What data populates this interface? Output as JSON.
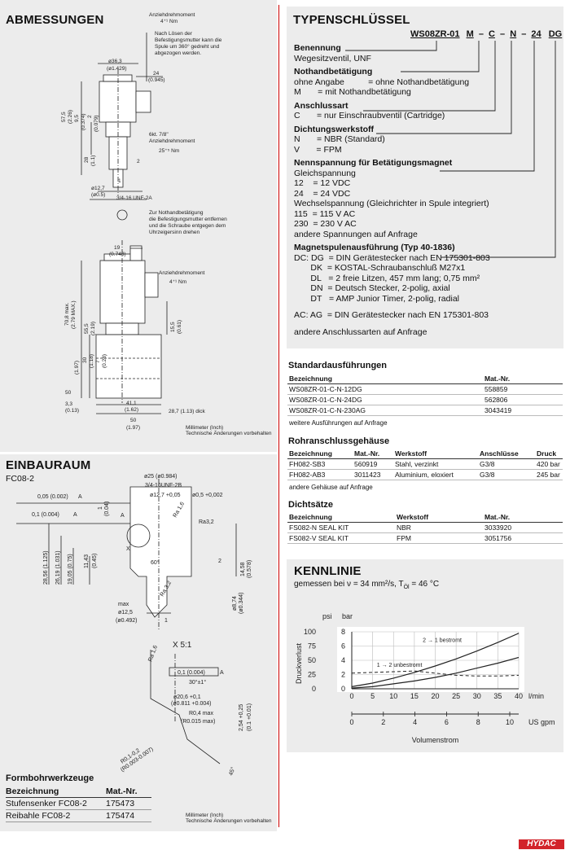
{
  "left": {
    "abm_title": "ABMESSUNGEN",
    "dim_notes": {
      "torque_top_label": "Anziehdrehmoment",
      "torque_top_value": "4⁺¹ Nm",
      "loosen_note_1": "Nach Lösen der",
      "loosen_note_2": "Befestigungsmutter kann die",
      "loosen_note_3": "Spule um 360° gedreht und",
      "loosen_note_4": "abgezogen werden.",
      "d36": "ø36,3",
      "d36i": "(ø1.429)",
      "w24": "24",
      "w24i": "(0.945)",
      "h57": "57,5",
      "h57i": "(2.26)",
      "h95": "9,5",
      "h95i": "(0.374)",
      "h2": "2",
      "h2i": "(0.079)",
      "hex": "6kt. 7/8\"",
      "torque2_label": "Anziehdrehmoment",
      "torque2_value": "25⁺⁵ Nm",
      "h28": "28",
      "h28i": "(1.1)",
      "d127": "ø12,7",
      "d127i": "(ø0.5)",
      "thread": "3/4-16 UNF-2A",
      "port1": "1",
      "port2": "2",
      "manual_note_1": "Zur Nothandbetätigung",
      "manual_note_2": "die Befestigungsmutter entfernen",
      "manual_note_3": "und die Schraube entgegen dem",
      "manual_note_4": "Uhrzeigersinn drehen",
      "w19": "19",
      "w19i": "(0.748)",
      "torque3_label": "Anziehdrehmoment",
      "torque3_value": "4⁺¹ Nm",
      "h708": "70,8 max.",
      "h708i": "(2.79 MAX.)",
      "h555": "55,5",
      "h555i": "(2.19)",
      "h155": "15,5",
      "h155i": "(0.61)",
      "h50": "50",
      "h50i": "(1.97)",
      "h30": "30",
      "h30i": "(1.18)",
      "h7": "7",
      "h7i": "(0.28)",
      "w33": "3,3",
      "w33i": "(0.13)",
      "w411": "41,1",
      "w411i": "(1.62)",
      "w50": "50",
      "w50i": "(1.97)",
      "w287": "28,7 (1.13) dick",
      "units_1": "Millimeter (Inch)",
      "units_2": "Technische Änderungen vorbehalten"
    },
    "einbau_title": "EINBAURAUM",
    "einbau_sub": "FC08-2",
    "cav": {
      "d25": "ø25 (ø0.984)",
      "thread": "3/4-16UNF-2B",
      "d127": "ø12,7 +0,05",
      "d05": "ø0,5 +0,002",
      "tol1": "0,05 (0.002)",
      "tol1_ref": "A",
      "tol2": "0,1 (0.004)",
      "tol2_ref": "A",
      "v1": "1",
      "v1i": "(0.04)",
      "ref_a": "A",
      "ra": "Ra 1,6",
      "ra2": "Ra3,2",
      "x": "X",
      "h2856": "28,56 (1.125)",
      "h2619": "26,19 (1.031)",
      "h1905": "19,05 (0.75)",
      "h1143": "11,43",
      "h1145": "(0.45)",
      "a60": "60°",
      "v2": "2",
      "h1458": "14,58",
      "h1458i": "(0.578)",
      "d874": "ø8,74",
      "d874i": "(ø0.344)",
      "max": "max",
      "d125": "ø12,5",
      "d125i": "(ø0.492)",
      "p1": "1",
      "ra2b": "Ra 3,2",
      "det_title": "X 5:1",
      "ra3": "Ra 1,6",
      "tol3": "0,1 (0.004)",
      "tol3_ref": "A",
      "a30": "30°±1°",
      "d206": "ø20,6 +0,1",
      "d0811": "(ø0.811 +0.004)",
      "r04": "R0,4 max",
      "r015": "(R0.015 max)",
      "h254": "2,54 +0,25",
      "h01": "(0.1 +0.01)",
      "r01": "R0,1-0,2",
      "r003": "(R0.003-0.007)",
      "a45": "45°"
    },
    "form_title": "Formbohrwerkzeuge",
    "form_cols": [
      "Bezeichnung",
      "Mat.-Nr."
    ],
    "form_rows": [
      [
        "Stufensenker FC08-2",
        "175473"
      ],
      [
        "Reibahle FC08-2",
        "175474"
      ]
    ],
    "units_1": "Millimeter (Inch)",
    "units_2": "Technische Änderungen vorbehalten"
  },
  "right": {
    "typ_title": "TYPENSCHLÜSSEL",
    "code_main": "WS08ZR-01",
    "code_m": "M",
    "code_c": "C",
    "code_n": "N",
    "code_24": "24",
    "code_dg": "DG",
    "dash": "–",
    "sections": [
      {
        "head": "Benennung",
        "lines": [
          "Wegesitzventil, UNF"
        ]
      },
      {
        "head": "Nothandbetätigung",
        "lines": [
          "ohne Angabe          = ohne Nothandbetätigung",
          "M       = mit Nothandbetätigung"
        ]
      },
      {
        "head": "Anschlussart",
        "lines": [
          "C       = nur Einschraubventil (Cartridge)"
        ]
      },
      {
        "head": "Dichtungswerkstoff",
        "lines": [
          "N       = NBR (Standard)",
          "V       = FPM"
        ]
      },
      {
        "head": "Nennspannung für Betätigungsmagnet",
        "lines": [
          "Gleichspannung",
          "12    = 12 VDC",
          "24    = 24 VDC",
          "Wechselspannung (Gleichrichter in Spule integriert)",
          "115  = 115 V AC",
          "230  = 230 V AC",
          "andere Spannungen auf Anfrage"
        ]
      },
      {
        "head": "Magnetspulenausführung (Typ 40-1836)",
        "lines": [
          "DC: DG  = DIN Gerätestecker nach EN 175301-803",
          "       DK  = KOSTAL-Schraubanschluß M27x1",
          "       DL   = 2 freie Litzen, 457 mm lang; 0,75 mm²",
          "       DN  = Deutsch Stecker, 2-polig, axial",
          "       DT   = AMP Junior Timer, 2-polig, radial",
          "",
          "AC: AG  = DIN Gerätestecker nach EN 175301-803",
          "",
          "andere Anschlussarten auf Anfrage"
        ]
      }
    ],
    "std_title": "Standardausführungen",
    "std_cols": [
      "Bezeichnung",
      "Mat.-Nr."
    ],
    "std_rows": [
      [
        "WS08ZR-01-C-N-12DG",
        "558859"
      ],
      [
        "WS08ZR-01-C-N-24DG",
        "562806"
      ],
      [
        "WS08ZR-01-C-N-230AG",
        "3043419"
      ]
    ],
    "std_note": "weitere Ausführungen auf Anfrage",
    "rohr_title": "Rohranschlussgehäuse",
    "rohr_cols": [
      "Bezeichnung",
      "Mat.-Nr.",
      "Werkstoff",
      "Anschlüsse",
      "Druck"
    ],
    "rohr_rows": [
      [
        "FH082-SB3",
        "560919",
        "Stahl, verzinkt",
        "G3/8",
        "420 bar"
      ],
      [
        "FH082-AB3",
        "3011423",
        "Aluminium, eloxiert",
        "G3/8",
        "245 bar"
      ]
    ],
    "rohr_note": "andere Gehäuse auf Anfrage",
    "dicht_title": "Dichtsätze",
    "dicht_cols": [
      "Bezeichnung",
      "Werkstoff",
      "Mat.-Nr."
    ],
    "dicht_rows": [
      [
        "FS082-N SEAL KIT",
        "NBR",
        "3033920"
      ],
      [
        "FS082-V SEAL KIT",
        "FPM",
        "3051756"
      ]
    ],
    "kenn_title": "KENNLINIE",
    "kenn_sub_a": "gemessen bei ν = 34 mm²/s, T",
    "kenn_sub_b": "Öl",
    "kenn_sub_c": " = 46 °C"
  },
  "brand": "HYDAC",
  "chart_data": {
    "type": "line",
    "ylabel": "Druckverlust",
    "y_unit_psi": "psi",
    "y_unit_bar": "bar",
    "x_unit_lmin": "l/min",
    "x_unit_gpm": "US gpm",
    "xlabel": "Volumenstrom",
    "psi_ticks": [
      "100",
      "75",
      "50",
      "25",
      "0"
    ],
    "bar_ticks": [
      8,
      6,
      4,
      2,
      0
    ],
    "x_ticks": [
      0,
      5,
      10,
      15,
      20,
      25,
      30,
      35,
      40
    ],
    "gpm_ticks": [
      0,
      2,
      4,
      6,
      8,
      10
    ],
    "xlim": [
      0,
      40
    ],
    "ylim": [
      0,
      8
    ],
    "series": [
      {
        "name": "2 → 1 bestromt",
        "x": [
          0,
          5,
          10,
          15,
          20,
          25,
          30,
          35,
          40
        ],
        "y": [
          0.3,
          0.8,
          1.5,
          2.3,
          3.2,
          4.2,
          5.3,
          6.5,
          7.8
        ]
      },
      {
        "name": "1 → 2 unbestromt",
        "x": [
          0,
          5,
          10,
          15,
          20,
          25,
          30,
          35,
          40
        ],
        "y": [
          0.1,
          0.3,
          0.7,
          1.1,
          1.6,
          2.2,
          2.9,
          3.6,
          4.4
        ]
      }
    ],
    "dashed_series": {
      "x": [
        0,
        5,
        10,
        15,
        20,
        25,
        30,
        35,
        40
      ],
      "y": [
        2.2,
        2.3,
        2.4,
        2.5,
        2.2,
        1.9,
        1.8,
        1.8,
        1.9
      ]
    }
  }
}
